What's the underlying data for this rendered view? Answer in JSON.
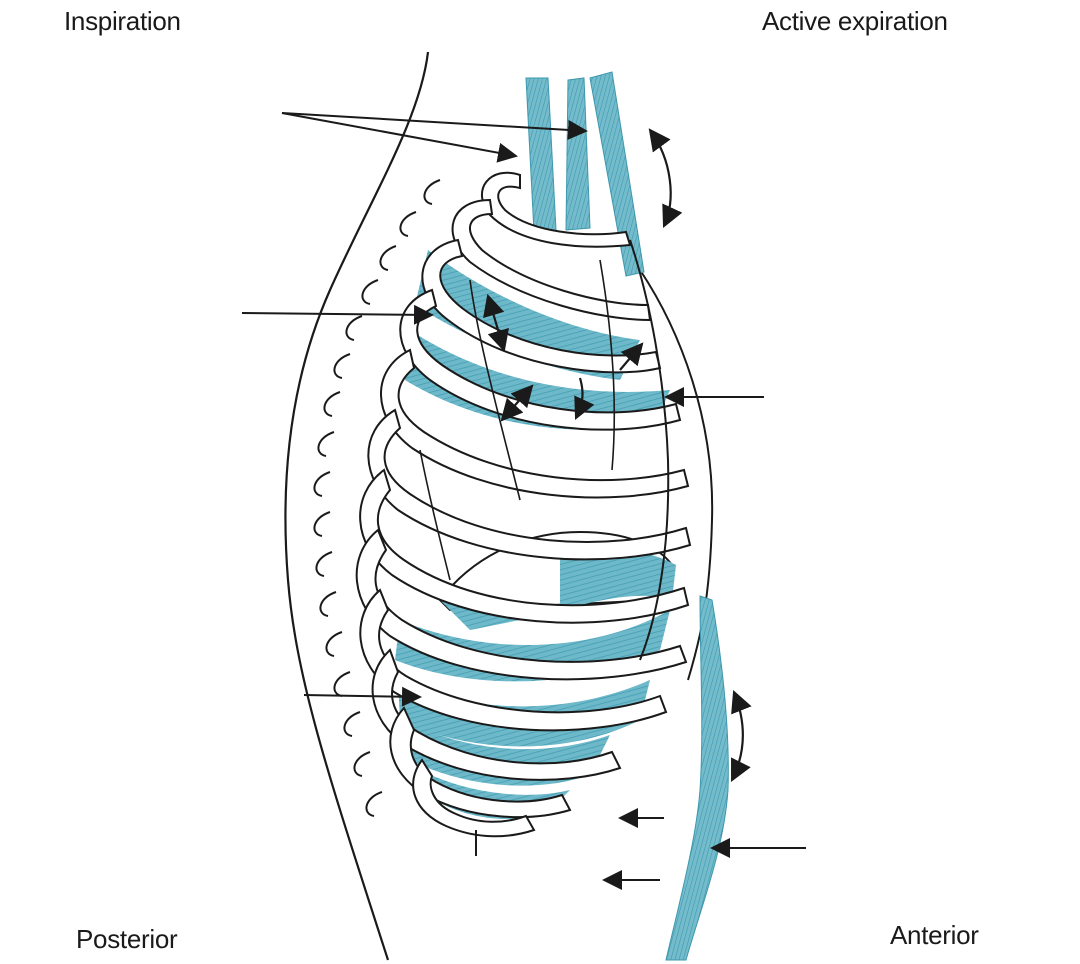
{
  "labels": {
    "top_left": "Inspiration",
    "top_right": "Active expiration",
    "bottom_left": "Posterior",
    "bottom_right": "Anterior"
  },
  "colors": {
    "muscle": "#5fb0c2",
    "muscle_dark": "#2e8da3",
    "outline": "#1a1a1a",
    "background": "#ffffff"
  }
}
